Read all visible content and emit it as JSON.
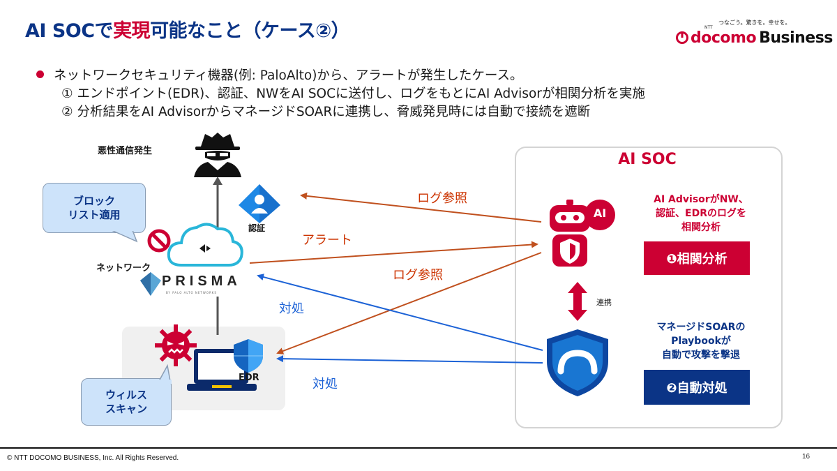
{
  "title": {
    "pre": "AI SOCで",
    "highlight": "実現",
    "post": "可能なこと（ケース②）"
  },
  "brand": {
    "tagline": "つなごう。驚きを。幸せを。",
    "ntt": "NTT",
    "docomo": "docomo",
    "business": "Business"
  },
  "bullets": {
    "main": "ネットワークセキュリティ機器(例: PaloAlto)から、アラートが発生したケース。",
    "sub1": "① エンドポイント(EDR)、認証、NWをAI SOCに送付し、ログをもとにAI Advisorが相関分析を実施",
    "sub2": "② 分析結果をAI AdvisorからマネージドSOARに連携し、脅威発見時には自動で接続を遮断"
  },
  "diagram": {
    "threat_label": "悪性通信発生",
    "blocklist_bubble": [
      "ブロック",
      "リスト適用"
    ],
    "auth_label": "認証",
    "network_label": "ネットワーク",
    "prisma_label": "PRISMA",
    "prisma_sub": "BY PALO ALTO NETWORKS",
    "edr_label": "EDR",
    "virus_bubble": [
      "ウィルス",
      "スキャン"
    ],
    "arrow_log1": "ログ参照",
    "arrow_alert": "アラート",
    "arrow_log2": "ログ参照",
    "arrow_action1": "対処",
    "arrow_action2": "対処",
    "ai_badge": "AI",
    "link_label": "連携"
  },
  "ai_soc": {
    "title": "AI SOC",
    "advisor_desc": [
      "AI AdvisorがNW、",
      "認証、EDRのログを",
      "相関分析"
    ],
    "step1": "❶相関分析",
    "soar_desc": [
      "マネージドSOARの",
      "Playbookが",
      "自動で攻撃を撃退"
    ],
    "step2": "❷自動対処"
  },
  "colors": {
    "brand_red": "#cc0033",
    "navy": "#0b3486",
    "arrow_red": "#c0501e",
    "arrow_blue": "#1c62d6"
  },
  "footer": {
    "copyright": "© NTT DOCOMO BUSINESS, Inc. All Rights Reserved.",
    "page": "16"
  }
}
